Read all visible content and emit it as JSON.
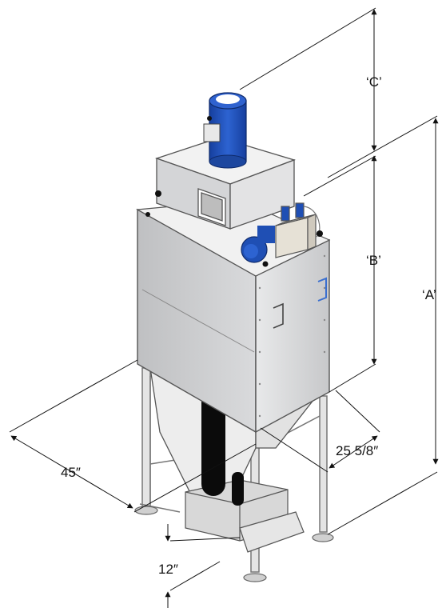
{
  "dimensions": {
    "width_label": "45″",
    "depth_label": "25 5/8″",
    "clearance_label": "12″",
    "height_total_label": "‘A’",
    "body_height_label": "‘B’",
    "motor_height_label": "‘C’"
  },
  "colors": {
    "motor_blue": "#1f4fb4",
    "housing_gray": "#c9cacc",
    "dimension_line": "#111111",
    "hopper_outline": "#555555"
  },
  "icons": [
    "motor-icon",
    "pressure-gauge-icon",
    "solenoid-box-icon",
    "inlet-flange-icon",
    "filter-bag-icon"
  ]
}
